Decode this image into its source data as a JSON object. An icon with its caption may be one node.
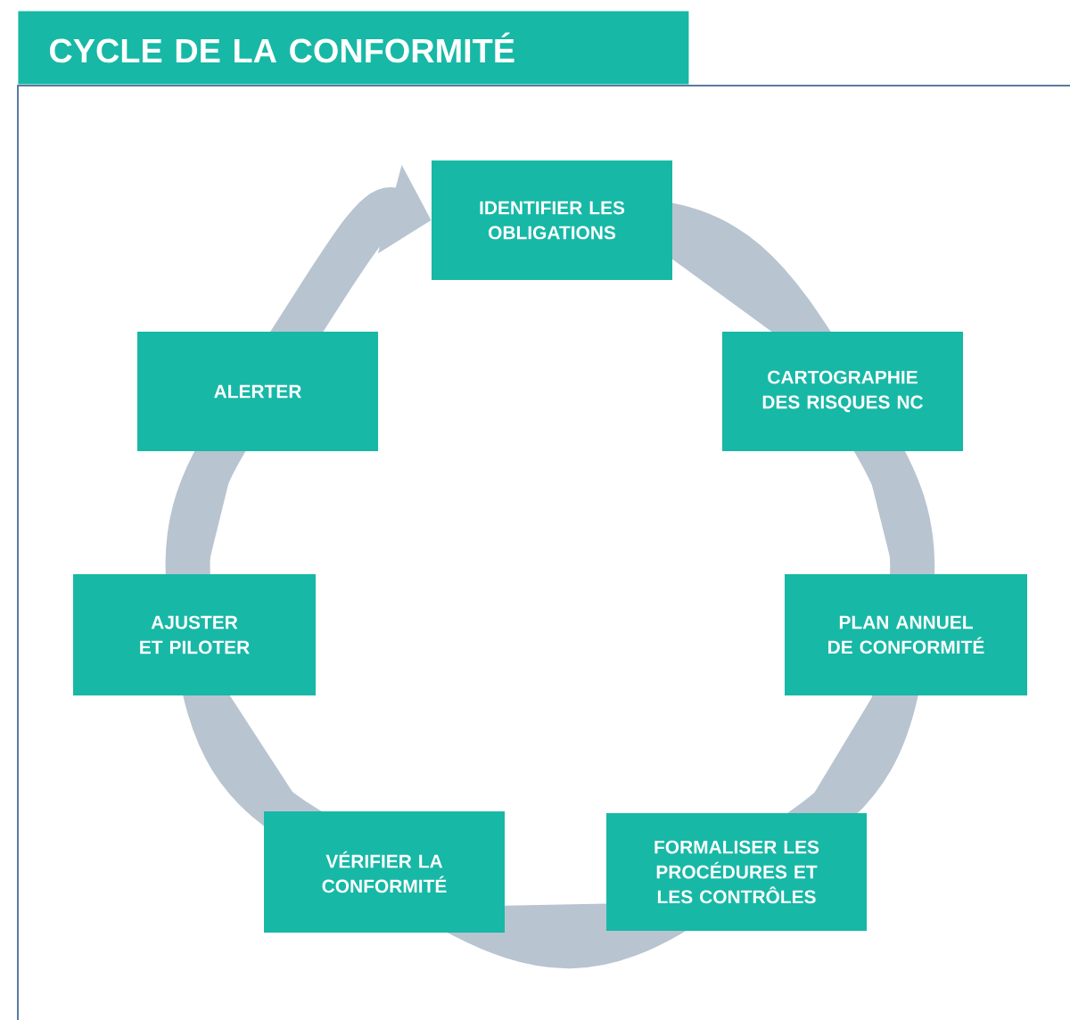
{
  "diagram": {
    "title": "CYCLE DE LA CONFORMITÉ",
    "nodes": [
      {
        "text": [
          "IDENTIFIER LES OBLIGATIONS"
        ]
      },
      {
        "text": [
          "CARTOGRAPHIE DES RISQUES NC"
        ]
      },
      {
        "text": [
          "PLAN ANNUEL DE CONFORMITÉ"
        ]
      },
      {
        "text": [
          "FORMALISER LES PROCÉDURES ET LES CONTRÔLES"
        ]
      },
      {
        "text": [
          "VÉRIFIER LA CONFORMITÉ"
        ]
      },
      {
        "text": [
          "AJUSTER ET PILOTER"
        ]
      },
      {
        "text": [
          "ALERTER"
        ]
      }
    ],
    "edges": [
      {
        "from": 0,
        "to": 1,
        "arrow": "none"
      },
      {
        "from": 1,
        "to": 2,
        "arrow": "none"
      },
      {
        "from": 2,
        "to": 3,
        "arrow": "none"
      },
      {
        "from": 3,
        "to": 4,
        "arrow": "none"
      },
      {
        "from": 4,
        "to": 5,
        "arrow": "none"
      },
      {
        "from": 5,
        "to": 6,
        "arrow": "none"
      },
      {
        "from": 6,
        "to": 0,
        "arrow": "to"
      }
    ]
  }
}
